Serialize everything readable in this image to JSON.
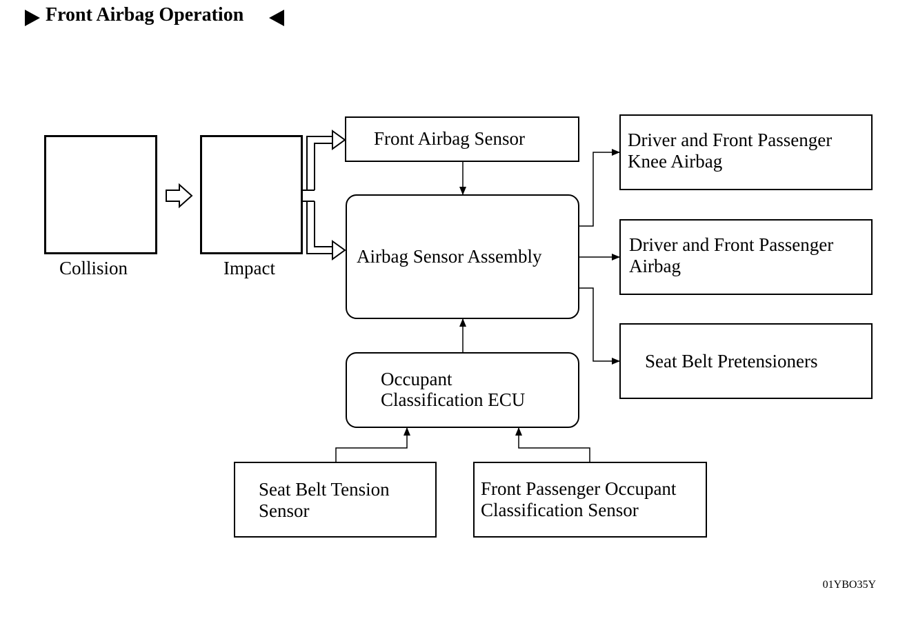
{
  "title": "Front Airbag Operation",
  "collision": {
    "caption": "Collision"
  },
  "impact": {
    "caption": "Impact"
  },
  "front_airbag_sensor": {
    "label": "Front Airbag Sensor"
  },
  "airbag_sensor_assembly": {
    "label": "Airbag Sensor Assembly"
  },
  "occupant_ecu": {
    "line1": "Occupant",
    "line2": "Classification ECU"
  },
  "knee_airbag": {
    "line1": "Driver and Front Passenger",
    "line2": "Knee Airbag"
  },
  "airbag": {
    "line1": "Driver and Front Passenger",
    "line2": "Airbag"
  },
  "pretensioners": {
    "label": "Seat Belt Pretensioners"
  },
  "seat_belt_tension": {
    "line1": "Seat Belt Tension",
    "line2": "Sensor"
  },
  "occupant_sensor": {
    "line1": "Front Passenger Occupant",
    "line2": "Classification Sensor"
  },
  "figure_code": "01YBO35Y"
}
